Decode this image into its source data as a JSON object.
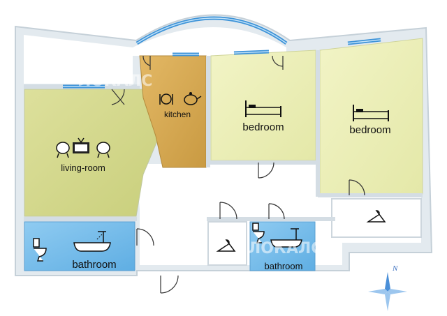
{
  "rooms": {
    "kitchen": {
      "label": "kitchen",
      "color": "#d9ac55"
    },
    "bedroom1": {
      "label": "bedroom",
      "color": "#ecefb6"
    },
    "bedroom2": {
      "label": "bedroom",
      "color": "#ecefb6"
    },
    "living": {
      "label": "living-room",
      "color": "#d8dc92"
    },
    "bathroom1": {
      "label": "bathroom",
      "color": "#7cc0ec"
    },
    "bathroom2": {
      "label": "bathroom",
      "color": "#7cc0ec"
    }
  },
  "watermarks": [
    "ЛОКАЛС",
    "ЛОКАЛС"
  ],
  "compass": {
    "north_label": "N"
  },
  "colors": {
    "wall": "#e8eef3",
    "window": "#3d93d8",
    "corridor": "#ffffff"
  },
  "icons": [
    "dishes-icon",
    "teapot-icon",
    "bed-icon",
    "armchair-icon",
    "tv-icon",
    "toilet-icon",
    "bathtub-icon",
    "hanger-icon",
    "compass-icon"
  ]
}
